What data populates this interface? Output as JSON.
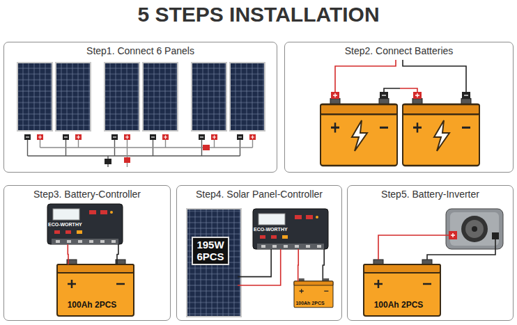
{
  "diagram": {
    "title": "5 STEPS INSTALLATION",
    "nodes": [
      {
        "text": [
          "Step1. Connect 6 Panels"
        ]
      },
      {
        "text": [
          "Step2. Connect Batteries"
        ]
      },
      {
        "text": [
          "Step3. Battery-Controller"
        ]
      },
      {
        "text": [
          "ECO-WORTHY"
        ],
        "in": 2
      },
      {
        "text": [
          "100Ah 2PCS"
        ],
        "in": 2
      },
      {
        "text": [
          "Step4. Solar Panel-Controller"
        ]
      },
      {
        "text": [
          "195W 6PCS"
        ],
        "in": 5
      },
      {
        "text": [
          "ECO-WORTHY"
        ],
        "in": 5
      },
      {
        "text": [
          "100Ah 2PCS"
        ],
        "in": 5
      },
      {
        "text": [
          "Step5. Battery-Inverter"
        ]
      },
      {
        "text": [
          "100Ah 2PCS"
        ],
        "in": 9
      }
    ],
    "edges": [
      {
        "from": 3,
        "to": 4,
        "arrow": "none"
      },
      {
        "from": 3,
        "to": 4,
        "arrow": "none"
      },
      {
        "from": 6,
        "to": 7,
        "arrow": "none"
      },
      {
        "from": 6,
        "to": 7,
        "arrow": "none"
      },
      {
        "from": 7,
        "to": 8,
        "arrow": "none"
      },
      {
        "from": 7,
        "to": 8,
        "arrow": "none"
      }
    ]
  }
}
